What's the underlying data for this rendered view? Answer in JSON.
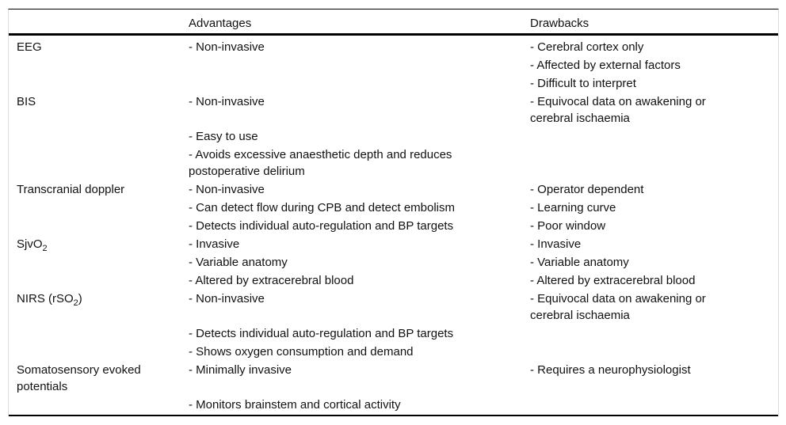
{
  "colors": {
    "background": "#ffffff",
    "text": "#111111",
    "rule_black": "#000000",
    "rule_gray": "#dddddd"
  },
  "table": {
    "headers": [
      "",
      "Advantages",
      "Drawbacks"
    ],
    "rows": [
      {
        "label": {
          "pre": "EEG",
          "sub": "",
          "post": ""
        },
        "subrows": [
          {
            "adv": [
              "- Non-invasive"
            ],
            "draw": [
              "- Cerebral cortex only"
            ]
          },
          {
            "adv": [],
            "draw": [
              "- Affected by external factors"
            ]
          },
          {
            "adv": [],
            "draw": [
              "- Difficult to interpret"
            ]
          }
        ]
      },
      {
        "label": {
          "pre": "BIS",
          "sub": "",
          "post": ""
        },
        "subrows": [
          {
            "adv": [
              "- Non-invasive"
            ],
            "draw": [
              "- Equivocal data on awakening or",
              "cerebral ischaemia"
            ]
          },
          {
            "adv": [
              "- Easy to use"
            ],
            "draw": []
          },
          {
            "adv": [
              "- Avoids excessive anaesthetic depth and reduces",
              "postoperative delirium"
            ],
            "draw": []
          }
        ]
      },
      {
        "label": {
          "pre": "Transcranial doppler",
          "sub": "",
          "post": ""
        },
        "subrows": [
          {
            "adv": [
              "- Non-invasive"
            ],
            "draw": [
              "- Operator dependent"
            ]
          },
          {
            "adv": [
              "- Can detect flow during CPB and detect embolism"
            ],
            "draw": [
              "- Learning curve"
            ]
          },
          {
            "adv": [
              "- Detects individual auto-regulation and BP targets"
            ],
            "draw": [
              "- Poor window"
            ]
          }
        ]
      },
      {
        "label": {
          "pre": "SjvO",
          "sub": "2",
          "post": ""
        },
        "subrows": [
          {
            "adv": [
              "- Invasive"
            ],
            "draw": [
              "- Invasive"
            ]
          },
          {
            "adv": [
              "- Variable anatomy"
            ],
            "draw": [
              "- Variable anatomy"
            ]
          },
          {
            "adv": [
              "- Altered by extracerebral blood"
            ],
            "draw": [
              "- Altered by extracerebral blood"
            ]
          }
        ]
      },
      {
        "label": {
          "pre": "NIRS (rSO",
          "sub": "2",
          "post": ")"
        },
        "subrows": [
          {
            "adv": [
              "- Non-invasive"
            ],
            "draw": [
              "- Equivocal data on awakening or",
              "cerebral ischaemia"
            ]
          },
          {
            "adv": [
              "- Detects individual auto-regulation and BP targets"
            ],
            "draw": []
          },
          {
            "adv": [
              "- Shows oxygen consumption and demand"
            ],
            "draw": []
          }
        ]
      },
      {
        "label": {
          "pre": "Somatosensory evoked potentials",
          "sub": "",
          "post": ""
        },
        "subrows": [
          {
            "adv": [
              "- Minimally invasive"
            ],
            "draw": [
              "- Requires a neurophysiologist"
            ]
          },
          {
            "adv": [
              "- Monitors brainstem and cortical activity"
            ],
            "draw": []
          }
        ]
      }
    ]
  }
}
